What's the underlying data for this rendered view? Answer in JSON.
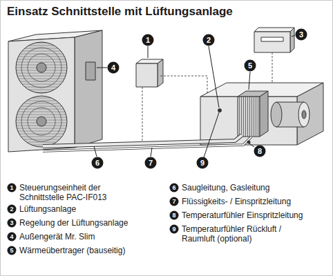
{
  "diagram": {
    "title": "Einsatz Schnittstelle mit Lüftungsanlage",
    "labels": [
      "1",
      "2",
      "3",
      "4",
      "5",
      "6",
      "7",
      "8",
      "9",
      "1",
      "Steuerungseinheit der Schnittstelle PAC-IF013",
      "2",
      "Lüftungsanlage",
      "3",
      "Regelung der Lüftungsanlage",
      "4",
      "Außengerät Mr. Slim",
      "5",
      "Wärmeübertrager (bauseitig)",
      "6",
      "Saugleitung, Gasleitung",
      "7",
      "Flüssigkeits- / Einspritzleitung",
      "8",
      "Temperaturfühler Einspritzleitung",
      "9",
      "Temperaturfühler Rückluft / Raumluft (optional)"
    ]
  }
}
